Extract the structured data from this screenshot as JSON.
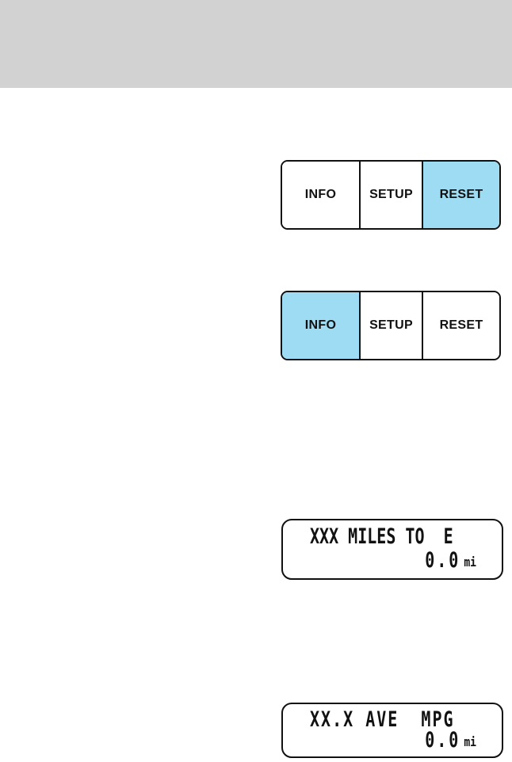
{
  "colors": {
    "header_gray": "#d2d2d2",
    "highlight_blue": "#9edcf4",
    "ink": "#111111",
    "page_bg": "#ffffff"
  },
  "button_groups": [
    {
      "name": "message-center-buttons-reset-pressed",
      "buttons": [
        {
          "label": "INFO",
          "active": false
        },
        {
          "label": "SETUP",
          "active": false
        },
        {
          "label": "RESET",
          "active": true
        }
      ]
    },
    {
      "name": "message-center-buttons-info-pressed",
      "buttons": [
        {
          "label": "INFO",
          "active": true
        },
        {
          "label": "SETUP",
          "active": false
        },
        {
          "label": "RESET",
          "active": false
        }
      ]
    }
  ],
  "displays": [
    {
      "line1": "XXX MILES TO  E",
      "value": "0.0",
      "unit": "mi"
    },
    {
      "line1": "XX.X AVE  MPG",
      "value": "0.0",
      "unit": "mi"
    }
  ]
}
